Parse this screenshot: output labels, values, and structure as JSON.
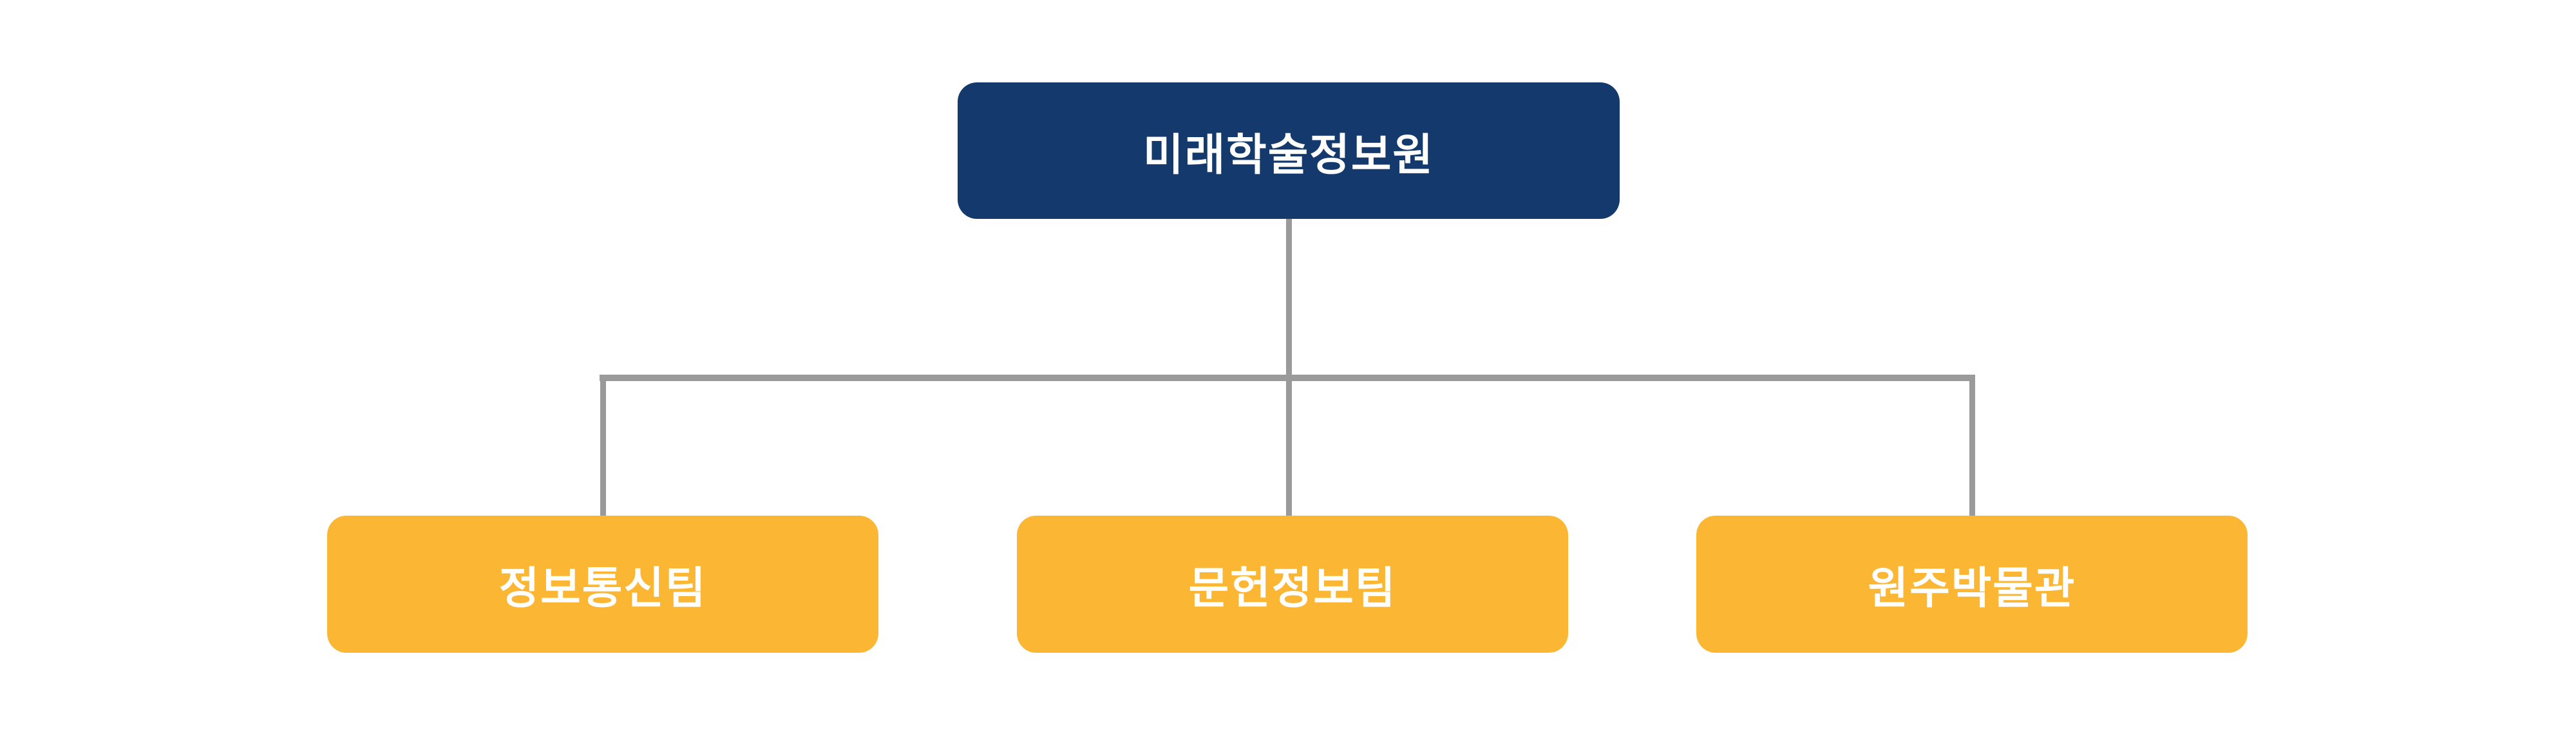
{
  "org_chart": {
    "type": "org-chart",
    "root": {
      "label": "미래학술정보원"
    },
    "children": [
      {
        "label": "정보통신팀"
      },
      {
        "label": "문헌정보팀"
      },
      {
        "label": "원주박물관"
      }
    ]
  },
  "colors": {
    "canvas_bg": "#FFFFFF",
    "root_box_bg": "#14396C",
    "child_box_bg": "#FBB734",
    "connector": "#9A9A9A",
    "box_text": "#FFFFFF"
  }
}
